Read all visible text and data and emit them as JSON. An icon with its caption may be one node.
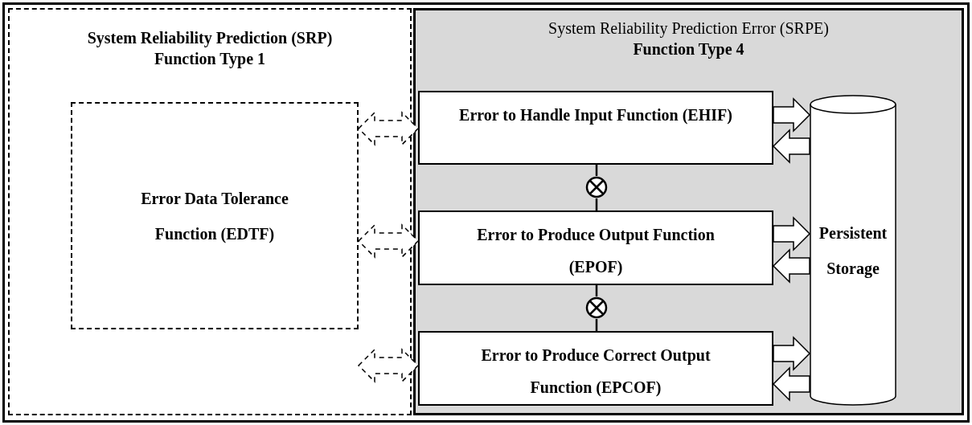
{
  "diagram": {
    "nodes": [
      {
        "text": [
          "System Reliability Prediction (SRP)",
          "Function Type 1"
        ]
      },
      {
        "text": [
          "Error Data Tolerance Function (EDTF)"
        ],
        "in": 0
      },
      {
        "text": [
          "System Reliability Prediction Error (SRPE)",
          "Function Type 4"
        ]
      },
      {
        "text": [
          "Error to Handle Input Function (EHIF)"
        ],
        "in": 2
      },
      {
        "text": [
          "Error to Produce Output Function (EPOF)"
        ],
        "in": 2
      },
      {
        "text": [
          "Error to Produce Correct Output Function (EPCOF)"
        ],
        "in": 2
      },
      {
        "text": [
          "Persistent Storage"
        ],
        "in": 2
      },
      {
        "text": [],
        "shape": "circle",
        "in": 2
      },
      {
        "text": [],
        "shape": "circle",
        "in": 2
      }
    ],
    "edges": [
      {
        "from": 1,
        "to": 3,
        "arrow": "both",
        "style": "dashed"
      },
      {
        "from": 1,
        "to": 4,
        "arrow": "both",
        "style": "dashed"
      },
      {
        "from": 1,
        "to": 5,
        "arrow": "both",
        "style": "dashed"
      },
      {
        "from": 3,
        "to": 6,
        "arrow": "to"
      },
      {
        "from": 6,
        "to": 3,
        "arrow": "to"
      },
      {
        "from": 4,
        "to": 6,
        "arrow": "to"
      },
      {
        "from": 6,
        "to": 4,
        "arrow": "to"
      },
      {
        "from": 5,
        "to": 6,
        "arrow": "to"
      },
      {
        "from": 6,
        "to": 5,
        "arrow": "to"
      },
      {
        "from": 3,
        "to": 7,
        "arrow": "none"
      },
      {
        "from": 7,
        "to": 4,
        "arrow": "none"
      },
      {
        "from": 4,
        "to": 8,
        "arrow": "none"
      },
      {
        "from": 8,
        "to": 5,
        "arrow": "none"
      }
    ]
  }
}
